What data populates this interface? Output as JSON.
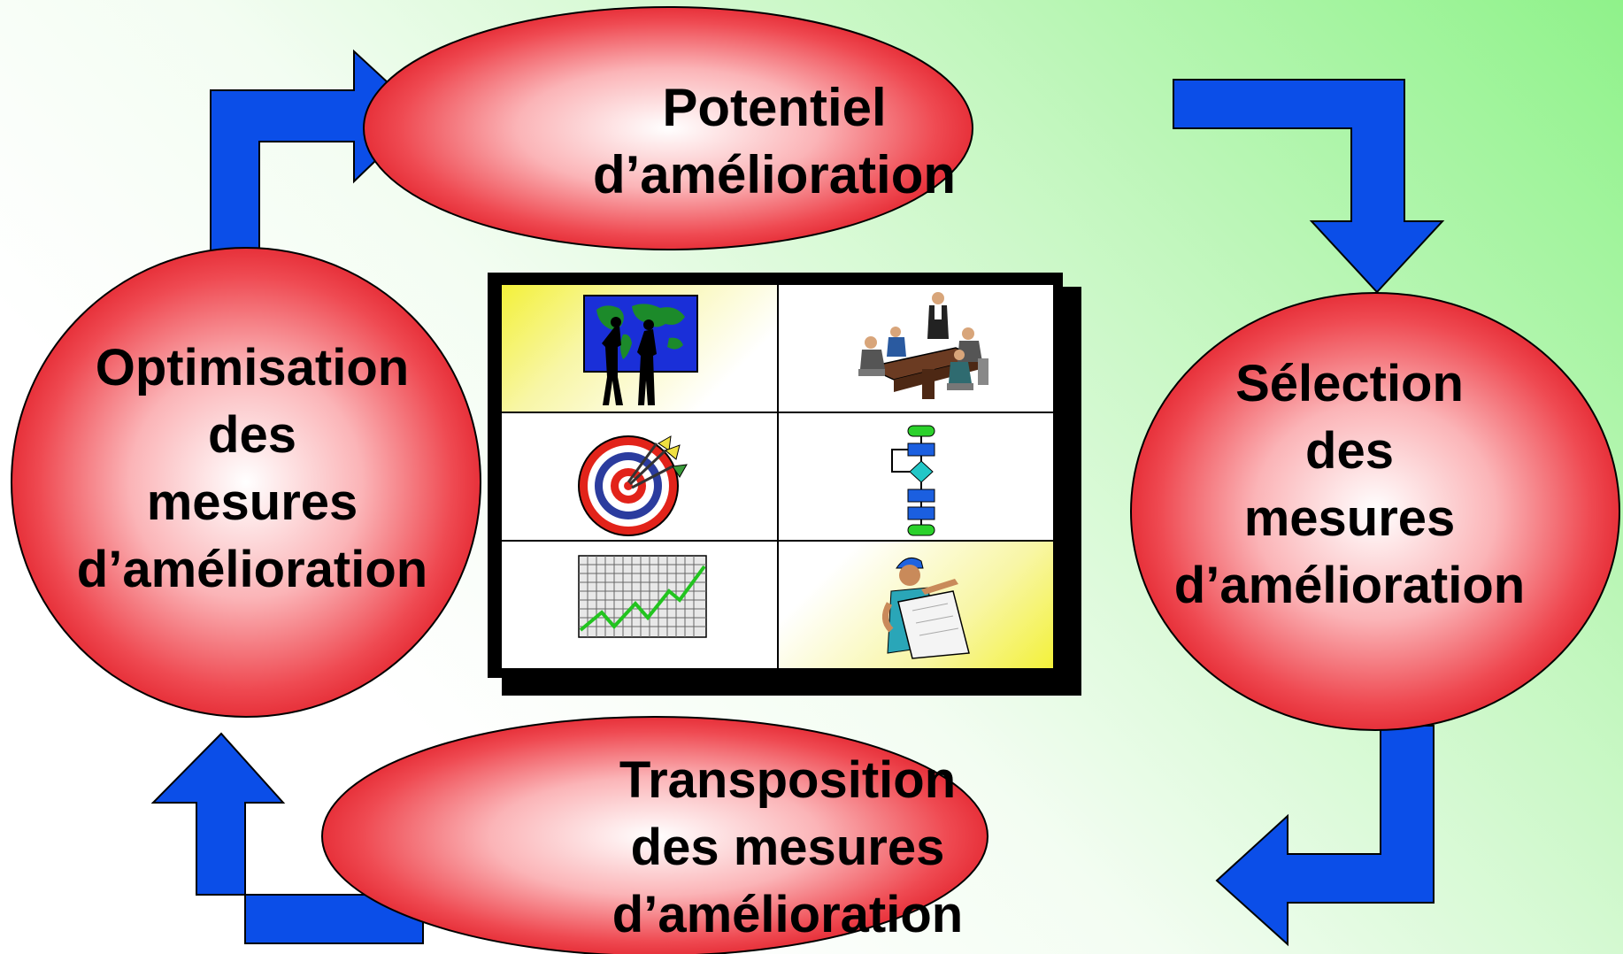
{
  "colors": {
    "arrow": "#0b4ee8",
    "node_fill_center": "#ffffff",
    "node_fill_edge": "#e8202a",
    "panel_highlight": "#f4f23a"
  },
  "nodes": {
    "top": {
      "lines": [
        "Potentiel",
        "d’amélioration"
      ]
    },
    "right": {
      "lines": [
        "Sélection",
        "des",
        "mesures",
        "d’amélioration"
      ]
    },
    "bottom": {
      "lines": [
        "Transposition",
        "des mesures",
        "d’amélioration"
      ]
    },
    "left": {
      "lines": [
        "Optimisation",
        "des",
        "mesures",
        "d’amélioration"
      ]
    }
  },
  "panel": {
    "cells": [
      {
        "icon": "world-map-presentation-icon"
      },
      {
        "icon": "meeting-table-icon"
      },
      {
        "icon": "target-darts-icon"
      },
      {
        "icon": "flowchart-icon"
      },
      {
        "icon": "rising-chart-icon"
      },
      {
        "icon": "engineer-blueprint-icon"
      }
    ]
  }
}
